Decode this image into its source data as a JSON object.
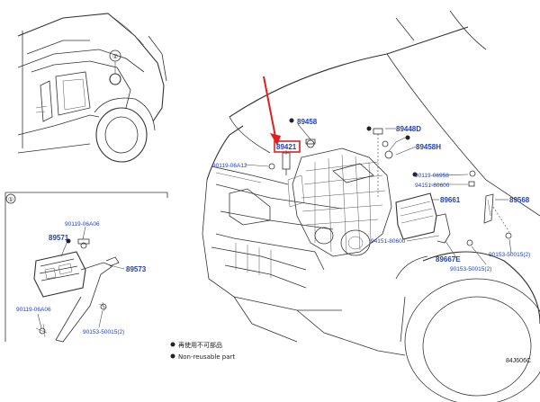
{
  "labels": {
    "p89458": "89458",
    "p89448D": "89448D",
    "p89421": "89421",
    "p89458H": "89458H",
    "p90119_06A12": "90119-06A12",
    "p90119_06958": "90119-06958",
    "p94151_80600_a": "94151-80600",
    "p89661": "89661",
    "p89568": "89568",
    "p94151_80600_b": "94151-80600",
    "p89667E": "89667E",
    "p90153_50015_a": "90153-50015(2)",
    "p90153_50015_b": "90153-50015(2)",
    "p90119_06A06_a": "90119-06A06",
    "p89571": "89571",
    "p89573": "89573",
    "p90119_06A06_b": "90119-06A06",
    "p90153_50015_c": "90153-50015(2)"
  },
  "callouts": {
    "detail_marker": "①",
    "detail_box_marker": "①"
  },
  "legend": {
    "line1": "再使用不可部品",
    "line2": "Non-reusable part"
  },
  "figure_code": "84J606C",
  "colors": {
    "label_blue": "#1f3fbf",
    "highlight_red": "#e02020",
    "line": "#333333"
  }
}
